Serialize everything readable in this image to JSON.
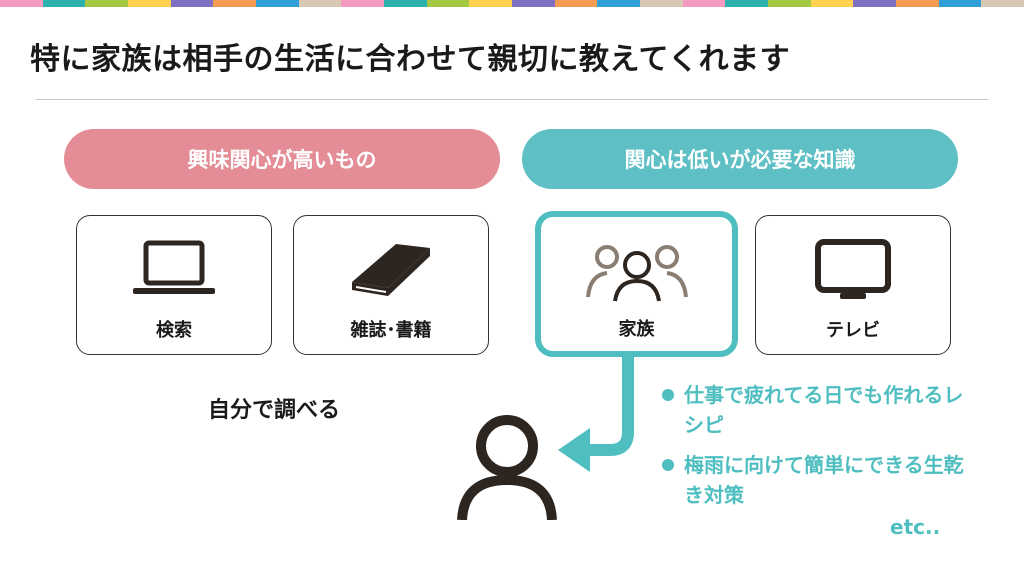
{
  "title": "特に家族は相手の生活に合わせて親切に教えてくれます",
  "colors": {
    "pink": "#e48d97",
    "teal": "#5ec0c4",
    "highlight": "#4fbec0",
    "stripe": [
      "#f49ac1",
      "#2eb2ae",
      "#a5c844",
      "#ffd34e",
      "#7e6fc2",
      "#f39a53",
      "#2f9fd8",
      "#d7c8b4"
    ]
  },
  "categories": [
    {
      "label": "興味関心が高いもの",
      "color": "pink"
    },
    {
      "label": "関心は低いが必要な知識",
      "color": "teal"
    }
  ],
  "cards": [
    {
      "label": "検索",
      "icon": "laptop-icon"
    },
    {
      "label": "雑誌･書籍",
      "icon": "book-icon"
    },
    {
      "label": "家族",
      "icon": "family-icon",
      "highlighted": true
    },
    {
      "label": "テレビ",
      "icon": "tv-icon"
    }
  ],
  "self_research": "自分で調べる",
  "examples": [
    "仕事で疲れてる日でも作れるレシピ",
    "梅雨に向けて簡単にできる生乾き対策"
  ],
  "etc": "etc..",
  "person_icon": "person-icon"
}
